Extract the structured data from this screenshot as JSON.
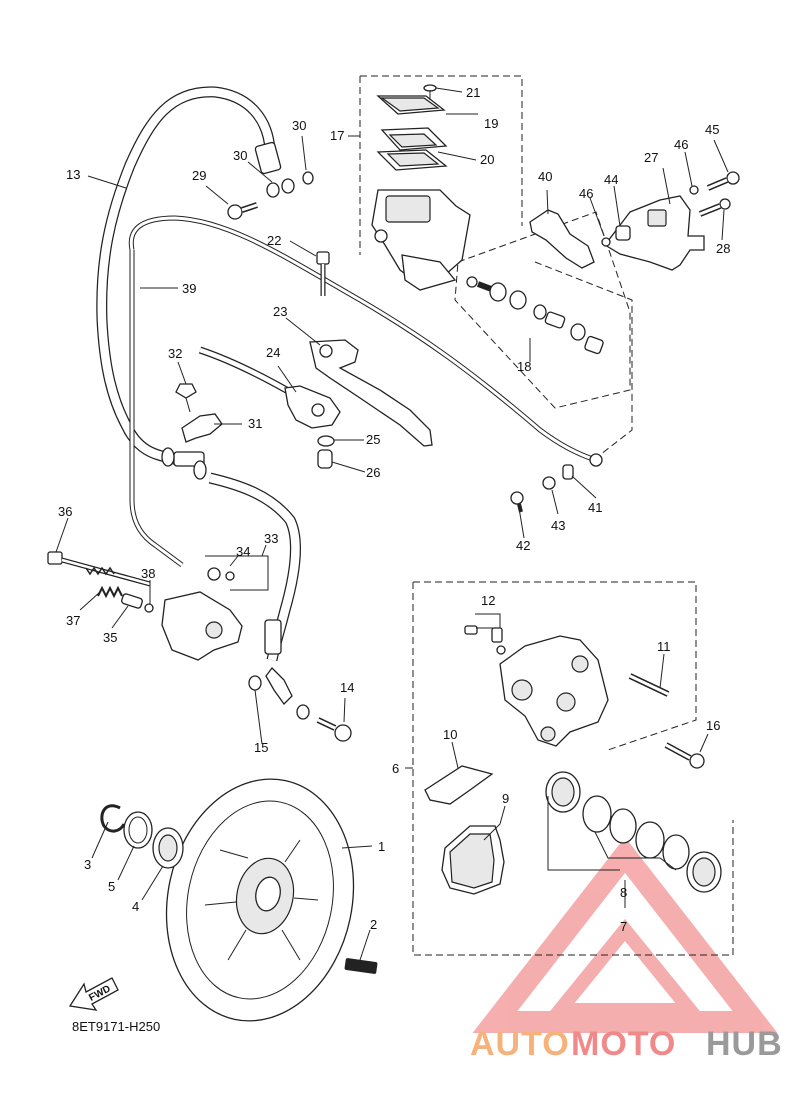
{
  "diagram": {
    "labels": [
      "1",
      "2",
      "3",
      "4",
      "5",
      "6",
      "7",
      "8",
      "9",
      "10",
      "11",
      "12",
      "13",
      "14",
      "15",
      "16",
      "17",
      "18",
      "19",
      "20",
      "21",
      "22",
      "23",
      "24",
      "26",
      "25",
      "27",
      "28",
      "29",
      "30",
      "30",
      "31",
      "32",
      "33",
      "34",
      "35",
      "36",
      "37",
      "38",
      "39",
      "40",
      "41",
      "42",
      "43",
      "44",
      "45",
      "46",
      "46"
    ],
    "part_code": "8ET9171-H250",
    "fwd_label": "FWD"
  },
  "watermark": {
    "part1": "AUTO",
    "part2": "MOTO",
    "part3": "HUB",
    "colors": {
      "orange": "#f6b27a",
      "red": "#f08a8a",
      "gray": "#9a9a9a",
      "triangle": "#f4a0a0"
    }
  }
}
